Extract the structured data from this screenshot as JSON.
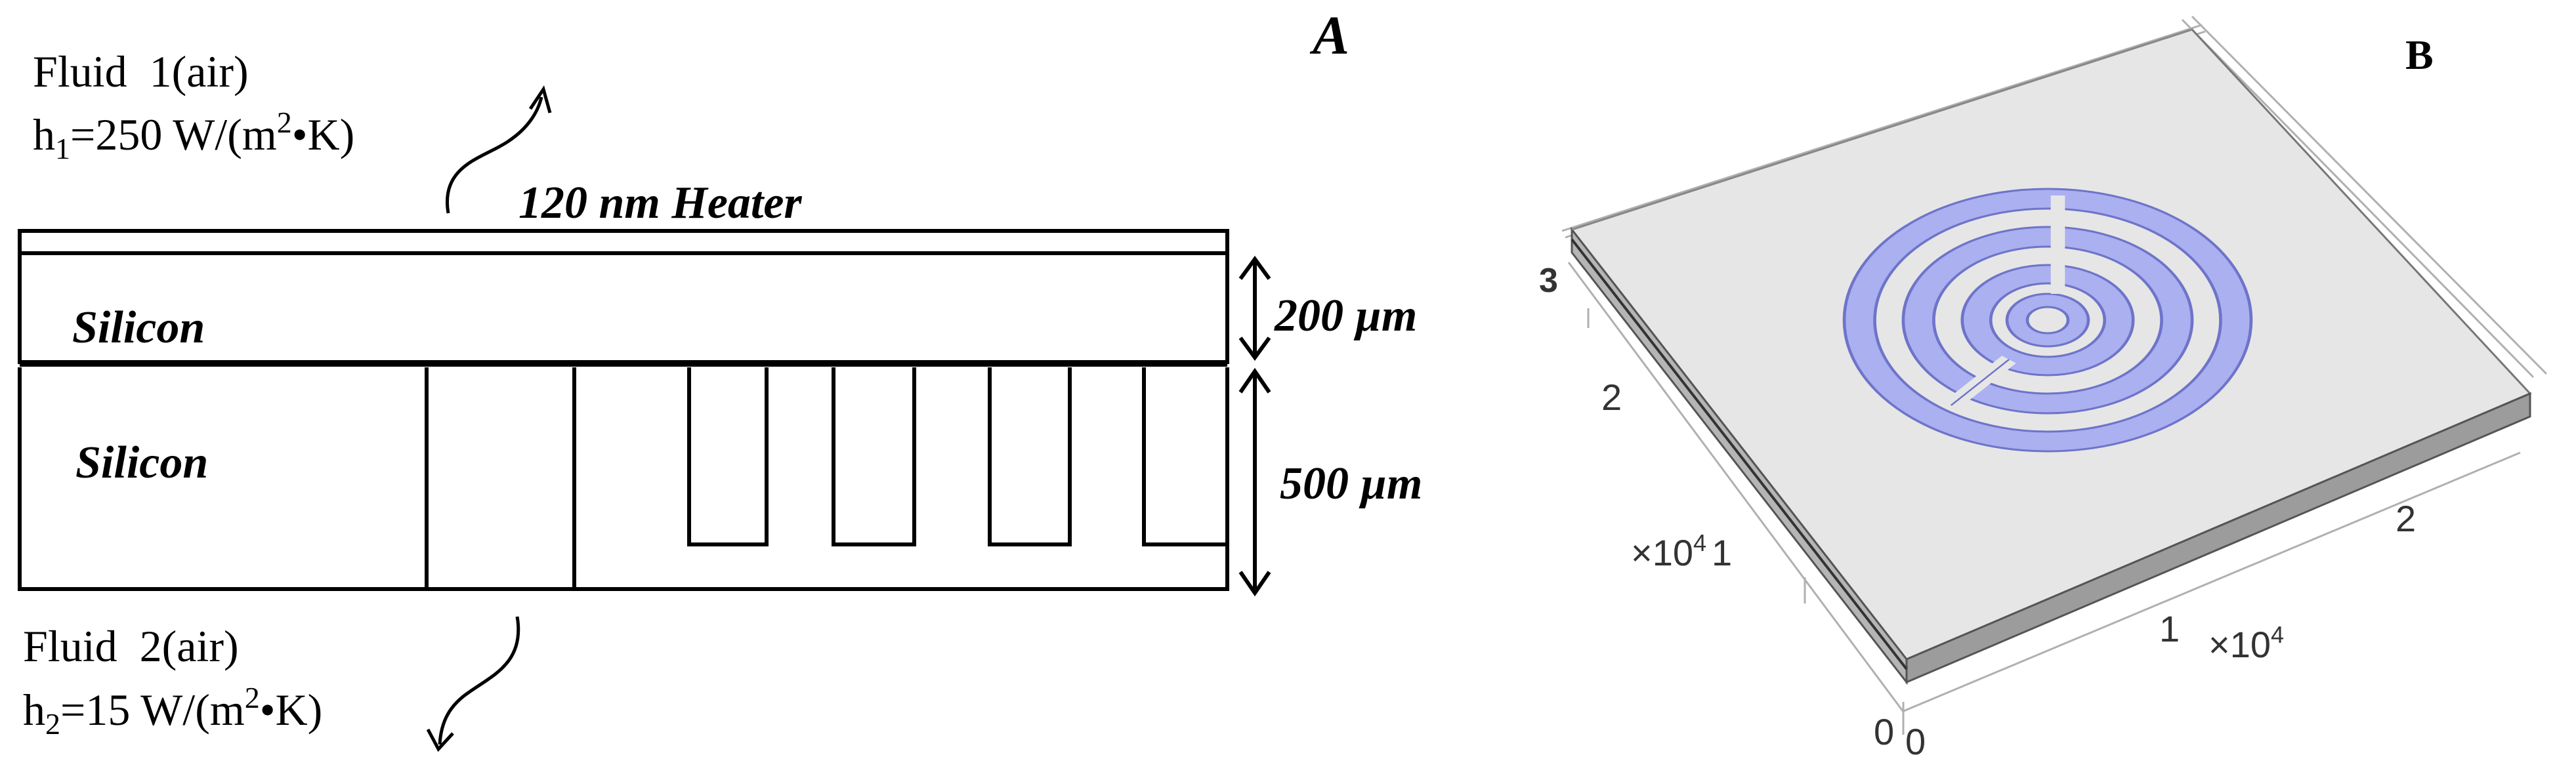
{
  "panel_a": {
    "panel_label": "A",
    "fluid_top": {
      "line1": "Fluid  1(air)",
      "h_symbol": "h",
      "h_subscript": "1",
      "h_value": "=250 W/(m",
      "h_superscript": "2",
      "h_unit_end": "•K)"
    },
    "fluid_bottom": {
      "line1": "Fluid  2(air)",
      "h_symbol": "h",
      "h_subscript": "2",
      "h_value": "=15 W/(m",
      "h_superscript": "2",
      "h_unit_end": "•K)"
    },
    "heater_label": "120 nm Heater",
    "silicon_upper": "Silicon",
    "silicon_lower": "Silicon",
    "dim_upper": "200 µm",
    "dim_lower": "500 µm"
  },
  "panel_b": {
    "panel_label": "B",
    "axis_labels": {
      "z_tick": "3",
      "y_tick_2": "2",
      "y_exp_prefix": "×10",
      "y_exp": "4",
      "y_tick_1": "1",
      "x_tick_1": "1",
      "x_exp_prefix": "×10",
      "x_exp": "4",
      "x_tick_2": "2",
      "origin_y": "0",
      "origin_x": "0"
    },
    "colors": {
      "plate_top": "#e6e6e6",
      "plate_side": "#a6a6a6",
      "heater_fill": "#aab0f0",
      "heater_stroke": "#6e74c8"
    }
  }
}
